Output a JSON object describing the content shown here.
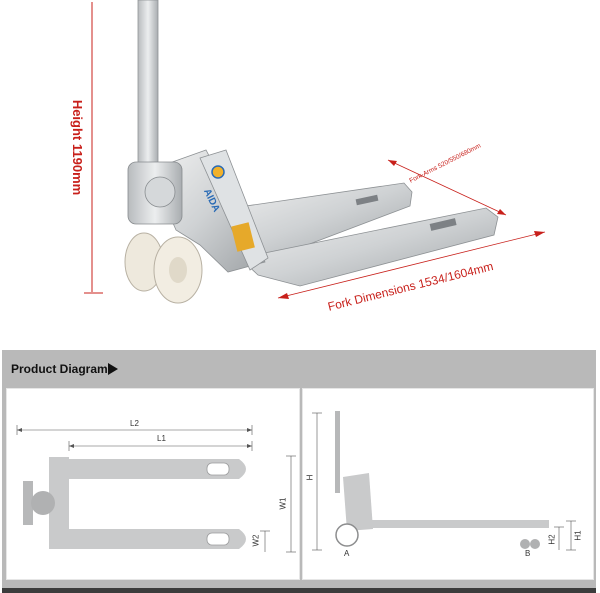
{
  "photo": {
    "height_label": "Height 1190mm",
    "fork_arms_label": "Fork-Arms 520/550/680mm",
    "fork_dimensions_label": "Fork Dimensions 1534/1604mm",
    "brand": "AIDA"
  },
  "section": {
    "title": "Product Diagram"
  },
  "top_view": {
    "labels": {
      "l2": "L2",
      "l1": "L1",
      "w1": "W1",
      "w2": "W2"
    }
  },
  "side_view": {
    "labels": {
      "h": "H",
      "h1": "H1",
      "h2": "H2",
      "a": "A",
      "b": "B"
    }
  }
}
